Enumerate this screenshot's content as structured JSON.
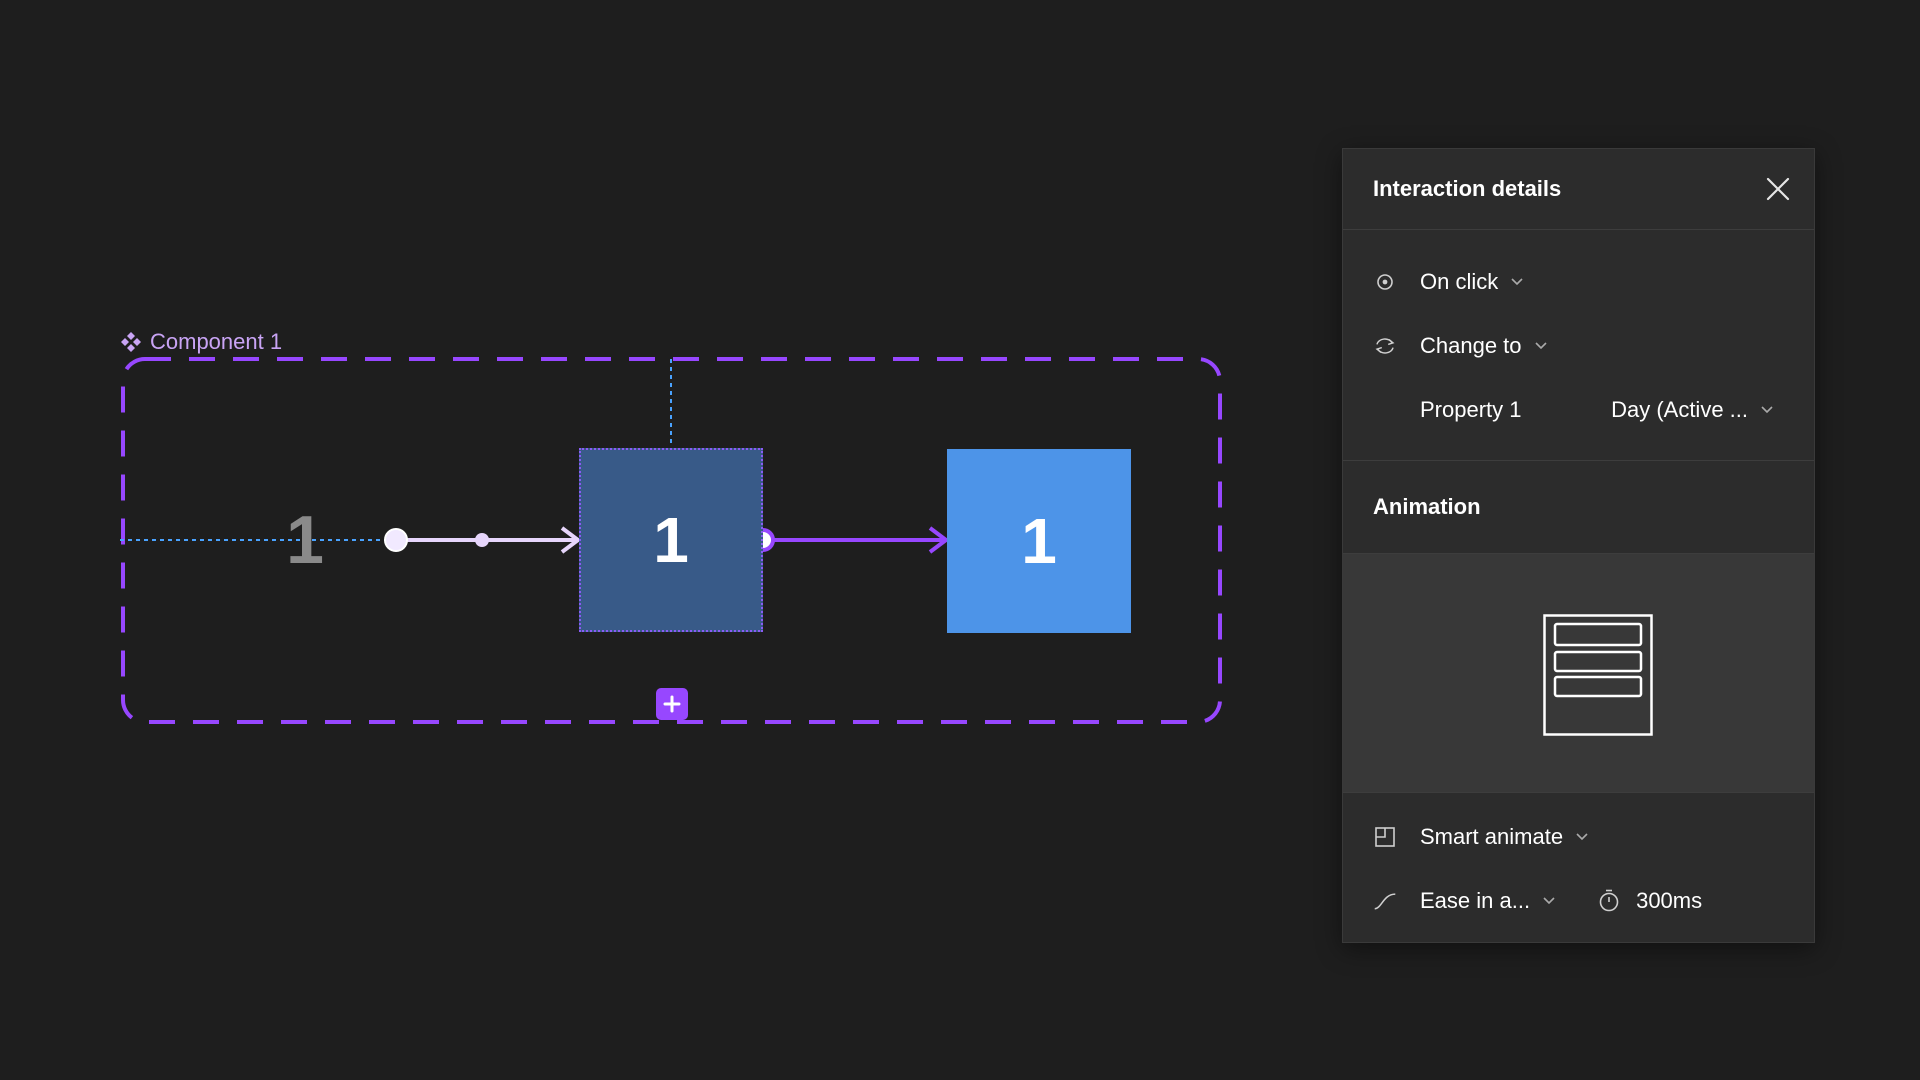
{
  "canvas": {
    "component_label": "Component 1",
    "ghost_number": "1",
    "frame_a_number": "1",
    "frame_b_number": "1",
    "colors": {
      "background": "#1e1e1e",
      "component_border": "#9747ff",
      "frame_a": "#385a88",
      "frame_b": "#4d94e8",
      "guide": "#4aa3ff"
    },
    "icons": {
      "component": "component-icon",
      "add": "plus-icon"
    }
  },
  "panel": {
    "title": "Interaction details",
    "close_icon": "close-icon",
    "trigger": {
      "icon": "target-icon",
      "label": "On click"
    },
    "action": {
      "icon": "swap-icon",
      "label": "Change to"
    },
    "property": {
      "label": "Property 1",
      "value": "Day (Active ..."
    },
    "animation": {
      "title": "Animation",
      "preview_icon": "layout-preview-icon",
      "type": {
        "icon": "smart-animate-icon",
        "label": "Smart animate"
      },
      "easing": {
        "icon": "ease-curve-icon",
        "label": "Ease in a..."
      },
      "duration": {
        "icon": "stopwatch-icon",
        "value": "300ms"
      }
    }
  }
}
